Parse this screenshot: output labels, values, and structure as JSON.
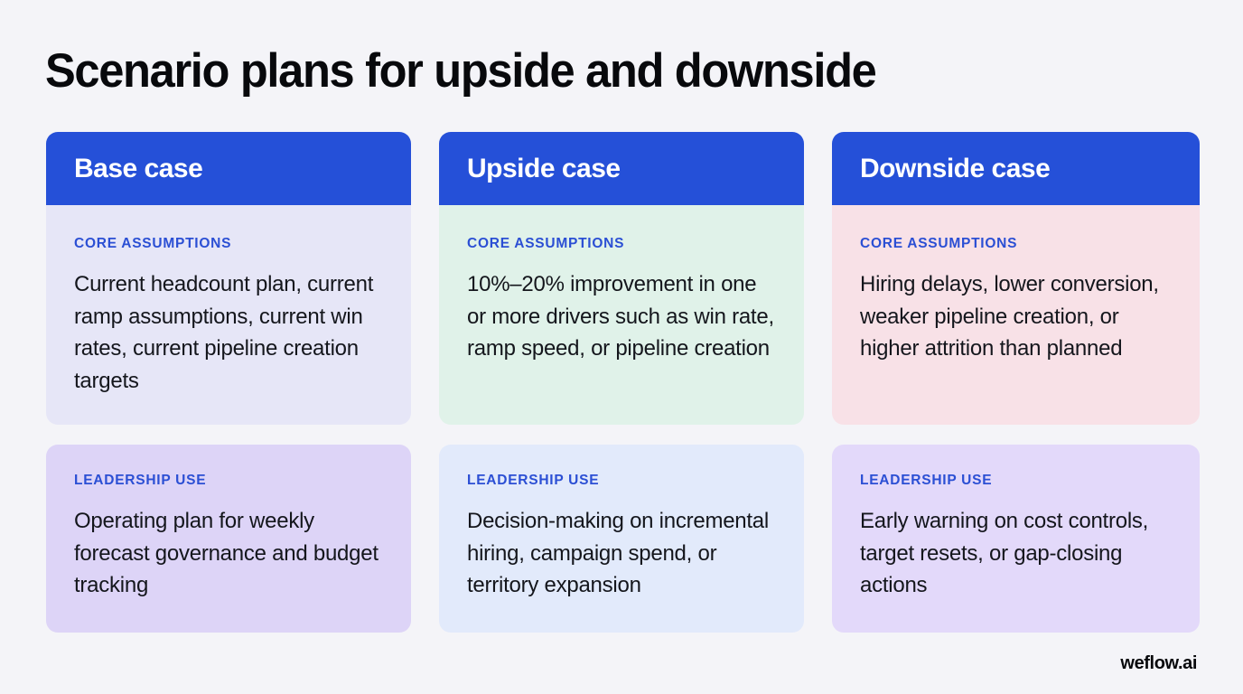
{
  "page": {
    "title": "Scenario plans for upside and downside",
    "background_color": "#f4f4f8",
    "header_color": "#2550d8",
    "label_color": "#2b4fd4",
    "body_text_color": "#14161c"
  },
  "columns": [
    {
      "header": "Base case",
      "core": {
        "label": "CORE ASSUMPTIONS",
        "text": "Current headcount plan, current ramp assumptions, current win rates, current pipeline creation targets",
        "background_color": "#e6e6f7"
      },
      "leadership": {
        "label": "LEADERSHIP USE",
        "text": "Operating plan for weekly forecast governance and budget tracking",
        "background_color": "#ddd4f7"
      }
    },
    {
      "header": "Upside case",
      "core": {
        "label": "CORE ASSUMPTIONS",
        "text": "10%–20% improvement in one or more drivers such as win rate, ramp speed, or pipeline creation",
        "background_color": "#e0f2e9"
      },
      "leadership": {
        "label": "LEADERSHIP USE",
        "text": "Decision-making on incremental hiring, campaign spend, or territory expansion",
        "background_color": "#e2eafb"
      }
    },
    {
      "header": "Downside case",
      "core": {
        "label": "CORE ASSUMPTIONS",
        "text": "Hiring delays, lower conversion, weaker pipeline creation, or higher attrition than planned",
        "background_color": "#f8e1e7"
      },
      "leadership": {
        "label": "LEADERSHIP USE",
        "text": "Early warning on cost controls, target resets, or gap-closing actions",
        "background_color": "#e3d9fa"
      }
    }
  ],
  "footer": {
    "logo_text": "weflow.ai"
  }
}
